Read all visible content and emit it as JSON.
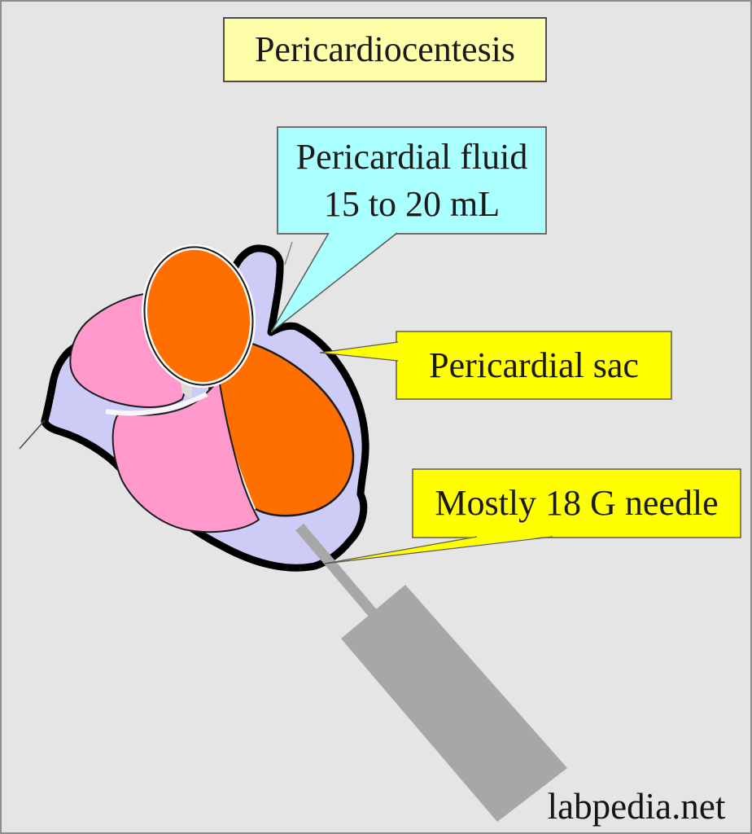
{
  "page": {
    "background": "#E5E5E5",
    "frame_border": "#8D8D8D"
  },
  "title_box": {
    "label": "Pericardiocentesis",
    "fill": "#FFFFAA",
    "border": "#4D4D4D"
  },
  "fluid_callout": {
    "line1": "Pericardial fluid",
    "line2": "15 to 20 mL",
    "fill": "#AAFFFF",
    "border": "#6E6E6E"
  },
  "sac_callout": {
    "label": "Pericardial sac",
    "fill": "#FFFF00",
    "border": "#5A5A5A"
  },
  "needle_callout": {
    "label": "Mostly 18 G needle",
    "fill": "#FFFF00",
    "border": "#5A5A5A"
  },
  "watermark": {
    "label": "labpedia.net"
  },
  "figure": {
    "pericardial_sac_fill": "#CCCCF7",
    "sac_outline_color": "#000000",
    "heart_orange": "#FF6F00",
    "heart_pink": "#FF99CC",
    "sliver_white": "#F7F7F7",
    "wedge_gray": "#DCDCDC",
    "needle_gray": "#A7A7A7",
    "tail_edge_color": "#5A5A5A"
  }
}
